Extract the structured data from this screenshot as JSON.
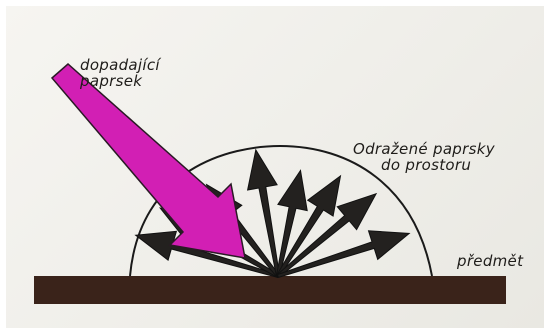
{
  "labels": {
    "incident_ray": [
      "dopadající",
      "paprsek"
    ],
    "reflected_rays": [
      "Odražené paprsky",
      "do prostoru"
    ],
    "object": "předmět"
  },
  "colors": {
    "incident_arrow": "#d21fb4",
    "reflected_arrows": "#23211f",
    "surface": "#3a231a",
    "outline": "#1a1a1a"
  },
  "reflected_ray_count": 8
}
